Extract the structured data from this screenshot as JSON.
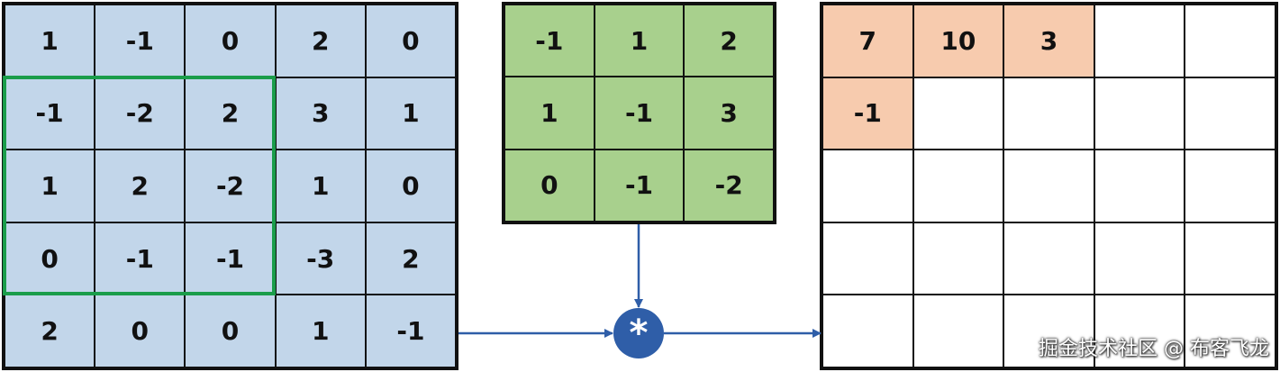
{
  "input_matrix": [
    [
      "1",
      "-1",
      "0",
      "2",
      "0"
    ],
    [
      "-1",
      "-2",
      "2",
      "3",
      "1"
    ],
    [
      "1",
      "2",
      "-2",
      "1",
      "0"
    ],
    [
      "0",
      "-1",
      "-1",
      "-3",
      "2"
    ],
    [
      "2",
      "0",
      "0",
      "1",
      "-1"
    ]
  ],
  "kernel_matrix": [
    [
      "-1",
      "1",
      "2"
    ],
    [
      "1",
      "-1",
      "3"
    ],
    [
      "0",
      "-1",
      "-2"
    ]
  ],
  "output_matrix": [
    [
      "7",
      "10",
      "3",
      "",
      ""
    ],
    [
      "-1",
      "",
      "",
      "",
      ""
    ],
    [
      "",
      "",
      "",
      "",
      ""
    ],
    [
      "",
      "",
      "",
      "",
      ""
    ],
    [
      "",
      "",
      "",
      "",
      ""
    ]
  ],
  "operator_symbol": "*",
  "watermark": "掘金技术社区 @ 布客飞龙",
  "colors": {
    "input_fill": "#c2d6ea",
    "kernel_fill": "#a8d08d",
    "output_filled": "#f7cbae",
    "window_border": "#1a9d4a",
    "arrow": "#2f5ea8"
  }
}
